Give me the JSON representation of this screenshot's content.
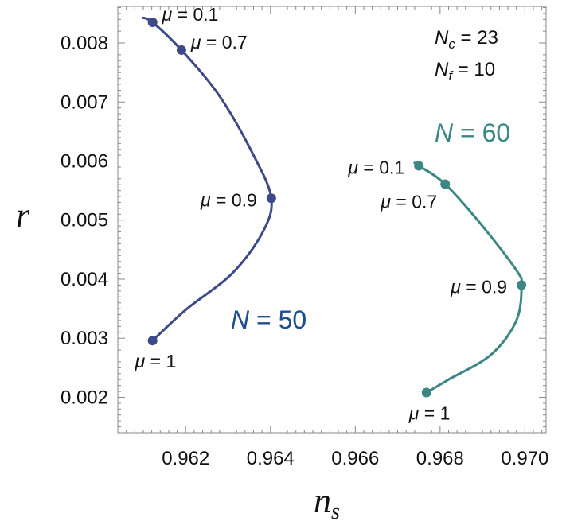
{
  "chart_data": {
    "type": "line",
    "xlabel": "n",
    "xlabel_sub": "s",
    "ylabel": "r",
    "xlim": [
      0.9604,
      0.9705
    ],
    "ylim": [
      0.0014,
      0.00862
    ],
    "x_ticks": [
      {
        "v": 0.962,
        "label": "0.962"
      },
      {
        "v": 0.964,
        "label": "0.964"
      },
      {
        "v": 0.966,
        "label": "0.966"
      },
      {
        "v": 0.968,
        "label": "0.968"
      },
      {
        "v": 0.97,
        "label": "0.970"
      }
    ],
    "y_ticks": [
      {
        "v": 0.002,
        "label": "0.002"
      },
      {
        "v": 0.003,
        "label": "0.003"
      },
      {
        "v": 0.004,
        "label": "0.004"
      },
      {
        "v": 0.005,
        "label": "0.005"
      },
      {
        "v": 0.006,
        "label": "0.006"
      },
      {
        "v": 0.007,
        "label": "0.007"
      },
      {
        "v": 0.008,
        "label": "0.008"
      }
    ],
    "params": {
      "nc_text": "N",
      "nc_sub": "c",
      "nc_value": " = 23",
      "nf_text": "N",
      "nf_sub": "f",
      "nf_value": " = 10"
    },
    "series": [
      {
        "name": "N = 50",
        "label_var": "N",
        "label_value": " = 50",
        "color": "#3d4a8a",
        "label_color": "#1f4e8c",
        "curve": [
          [
            0.96098,
            0.00843
          ],
          [
            0.96122,
            0.00835
          ],
          [
            0.9619,
            0.00788
          ],
          [
            0.9628,
            0.0071
          ],
          [
            0.9636,
            0.0061
          ],
          [
            0.96402,
            0.00537
          ],
          [
            0.96382,
            0.0048
          ],
          [
            0.9631,
            0.0041
          ],
          [
            0.962,
            0.00348
          ],
          [
            0.96122,
            0.00296
          ]
        ],
        "points": [
          {
            "x": 0.96122,
            "y": 0.00835,
            "label": "0.1",
            "pos": "right"
          },
          {
            "x": 0.9619,
            "y": 0.00788,
            "label": "0.7",
            "pos": "right"
          },
          {
            "x": 0.96402,
            "y": 0.00537,
            "label": "0.9",
            "pos": "left"
          },
          {
            "x": 0.96122,
            "y": 0.00296,
            "label": "1",
            "pos": "below"
          }
        ]
      },
      {
        "name": "N = 60",
        "label_var": "N",
        "label_value": " = 60",
        "color": "#3b8784",
        "label_color": "#3b8784",
        "curve": [
          [
            0.96738,
            0.00598
          ],
          [
            0.9675,
            0.00592
          ],
          [
            0.96812,
            0.00561
          ],
          [
            0.969,
            0.0049
          ],
          [
            0.9698,
            0.00415
          ],
          [
            0.96992,
            0.0039
          ],
          [
            0.9698,
            0.0033
          ],
          [
            0.9692,
            0.00272
          ],
          [
            0.9682,
            0.0023
          ],
          [
            0.96768,
            0.00208
          ]
        ],
        "points": [
          {
            "x": 0.9675,
            "y": 0.00592,
            "label": "0.1",
            "pos": "left"
          },
          {
            "x": 0.96812,
            "y": 0.00561,
            "label": "0.7",
            "pos": "below-left"
          },
          {
            "x": 0.96992,
            "y": 0.0039,
            "label": "0.9",
            "pos": "left"
          },
          {
            "x": 0.96768,
            "y": 0.00208,
            "label": "1",
            "pos": "below"
          }
        ]
      }
    ],
    "annotation_var": "μ",
    "annotation_eq": " = "
  }
}
